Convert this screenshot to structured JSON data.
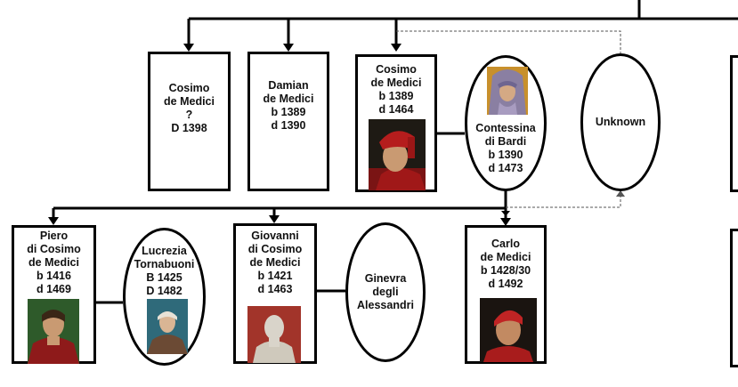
{
  "people": {
    "cosimo_1398": {
      "lines": [
        "Cosimo",
        "de Medici",
        "?",
        "D 1398"
      ]
    },
    "damian": {
      "lines": [
        "Damian",
        "de Medici",
        "b 1389",
        "d 1390"
      ]
    },
    "cosimo_1464": {
      "lines": [
        "Cosimo",
        "de Medici",
        "b 1389",
        "d 1464"
      ]
    },
    "contessina": {
      "lines": [
        "Contessina",
        "di Bardi",
        "b 1390",
        "d 1473"
      ]
    },
    "unknown": {
      "lines": [
        "Unknown"
      ]
    },
    "piero": {
      "lines": [
        "Piero",
        "di Cosimo",
        "de Medici",
        "b 1416",
        "d 1469"
      ]
    },
    "lucrezia": {
      "lines": [
        "Lucrezia",
        "Tornabuoni",
        "B 1425",
        "D 1482"
      ]
    },
    "giovanni": {
      "lines": [
        "Giovanni",
        "di Cosimo",
        "de Medici",
        "b 1421",
        "d 1463"
      ]
    },
    "ginevra": {
      "lines": [
        "Ginevra",
        "degli",
        "Alessandri"
      ]
    },
    "carlo": {
      "lines": [
        "Carlo",
        "de Medici",
        "b 1428/30",
        "d 1492"
      ]
    }
  },
  "colors": {
    "line": "#000000",
    "dashed": "#555555",
    "hat_red": "#b51d1d",
    "skin": "#c99a72",
    "dark_bg": "#1e1a14"
  }
}
